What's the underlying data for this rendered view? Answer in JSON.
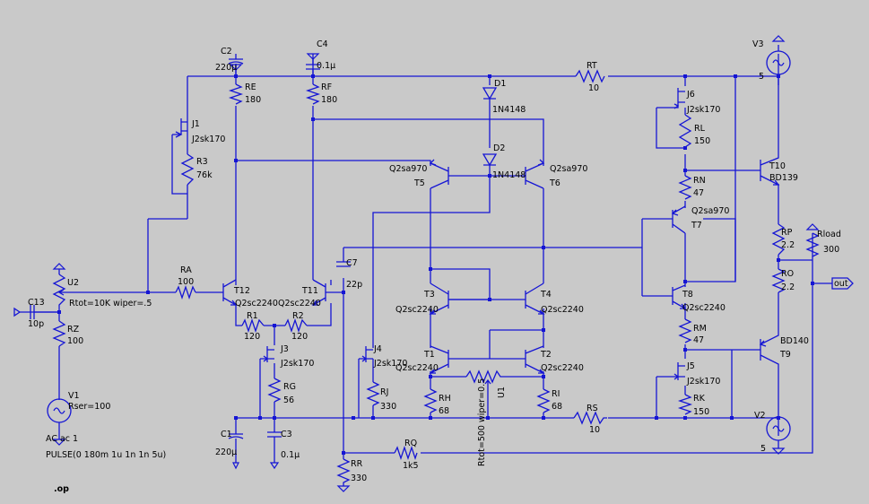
{
  "components": [
    {
      "id": "C2",
      "label": "C2",
      "value": "220µ"
    },
    {
      "id": "C4",
      "label": "C4",
      "value": "0.1µ"
    },
    {
      "id": "RE",
      "label": "RE",
      "value": "180"
    },
    {
      "id": "RF",
      "label": "RF",
      "value": "180"
    },
    {
      "id": "J1",
      "label": "J1",
      "value": "J2sk170"
    },
    {
      "id": "R3",
      "label": "R3",
      "value": "76k"
    },
    {
      "id": "D1",
      "label": "D1",
      "value": "1N4148"
    },
    {
      "id": "D2",
      "label": "D2",
      "value": "1N4148"
    },
    {
      "id": "RT",
      "label": "RT",
      "value": "10"
    },
    {
      "id": "J6",
      "label": "J6",
      "value": "J2sk170"
    },
    {
      "id": "RL",
      "label": "RL",
      "value": "150"
    },
    {
      "id": "V3",
      "label": "V3",
      "value": "5"
    },
    {
      "id": "T5",
      "label": "T5",
      "value": "Q2sa970"
    },
    {
      "id": "T6",
      "label": "T6",
      "value": "Q2sa970"
    },
    {
      "id": "RN",
      "label": "RN",
      "value": "47"
    },
    {
      "id": "T10",
      "label": "T10",
      "value": "BD139"
    },
    {
      "id": "T7",
      "label": "T7",
      "value": "Q2sa970"
    },
    {
      "id": "RP",
      "label": "RP",
      "value": "2.2"
    },
    {
      "id": "Rload",
      "label": "Rload",
      "value": "300"
    },
    {
      "id": "RO",
      "label": "RO",
      "value": "2.2"
    },
    {
      "id": "U2",
      "label": "U2",
      "value": "Rtot=10K wiper=.5"
    },
    {
      "id": "C13",
      "label": "C13",
      "value": "10p"
    },
    {
      "id": "RZ",
      "label": "RZ",
      "value": "100"
    },
    {
      "id": "RA",
      "label": "RA",
      "value": "100"
    },
    {
      "id": "T12",
      "label": "T12",
      "value": "Q2sc2240"
    },
    {
      "id": "T11",
      "label": "T11",
      "value": "Q2sc2240"
    },
    {
      "id": "R1",
      "label": "R1",
      "value": "120"
    },
    {
      "id": "R2",
      "label": "R2",
      "value": "120"
    },
    {
      "id": "C7",
      "label": "C7",
      "value": "22p"
    },
    {
      "id": "T3",
      "label": "T3",
      "value": "Q2sc2240"
    },
    {
      "id": "T4",
      "label": "T4",
      "value": "Q2sc2240"
    },
    {
      "id": "T8",
      "label": "T8",
      "value": "Q2sc2240"
    },
    {
      "id": "J3",
      "label": "J3",
      "value": "J2sk170"
    },
    {
      "id": "J4",
      "label": "J4",
      "value": "J2sk170"
    },
    {
      "id": "T1",
      "label": "T1",
      "value": "Q2sc2240"
    },
    {
      "id": "T2",
      "label": "T2",
      "value": "Q2sc2240"
    },
    {
      "id": "RM",
      "label": "RM",
      "value": "47"
    },
    {
      "id": "T9",
      "label": "T9",
      "value": "BD140"
    },
    {
      "id": "RG",
      "label": "RG",
      "value": "56"
    },
    {
      "id": "RJ",
      "label": "RJ",
      "value": "330"
    },
    {
      "id": "RH",
      "label": "RH",
      "value": "68"
    },
    {
      "id": "U1",
      "label": "U1",
      "value": "Rtot=500 wiper=0.5"
    },
    {
      "id": "RI",
      "label": "RI",
      "value": "68"
    },
    {
      "id": "J5",
      "label": "J5",
      "value": "J2sk170"
    },
    {
      "id": "RK",
      "label": "RK",
      "value": "150"
    },
    {
      "id": "V1",
      "label": "V1",
      "value": "Rser=100"
    },
    {
      "id": "RS",
      "label": "RS",
      "value": "10"
    },
    {
      "id": "V2",
      "label": "V2",
      "value": "5"
    },
    {
      "id": "C1",
      "label": "C1",
      "value": "220µ"
    },
    {
      "id": "C3",
      "label": "C3",
      "value": "0.1µ"
    },
    {
      "id": "RQ",
      "label": "RQ",
      "value": "1k5"
    },
    {
      "id": "RR",
      "label": "RR",
      "value": "330"
    }
  ],
  "source": {
    "ac": "AC ac 1",
    "pulse": "PULSE(0 180m 1u 1n 1n 5u)"
  },
  "net_label": "out",
  "directive": ".op",
  "colors": {
    "background": "#c9c9c9",
    "wire": "#1515d4",
    "text": "#000000"
  }
}
